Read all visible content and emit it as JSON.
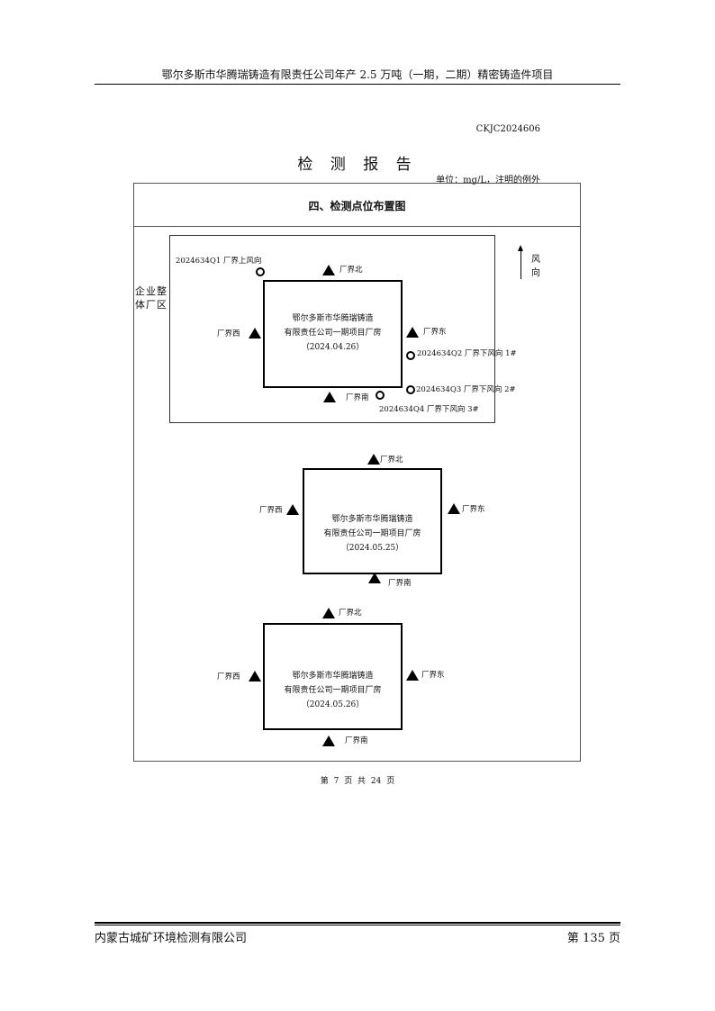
{
  "header": {
    "project_title": "鄂尔多斯市华腾瑞铸造有限责任公司年产 2.5 万吨（一期，二期）精密铸造件项目"
  },
  "report": {
    "code": "CKJC2024606",
    "title": "检 测 报 告",
    "unit_note": "单位：mg/L，注明的例外",
    "section_title": "四、检测点位布置图"
  },
  "diagram1": {
    "site_label": "企业整体厂区",
    "wind_label": "风向",
    "building": {
      "line1": "鄂尔多斯市华腾瑞铸造",
      "line2": "有限责任公司一期项目厂房",
      "date": "（2024.04.26）"
    },
    "points": {
      "north": "厂界北",
      "west": "厂界西",
      "east": "厂界东",
      "south": "厂界南",
      "q1": "2024634Q1 厂界上风向",
      "q2": "2024634Q2 厂界下风向 1#",
      "q3": "2024634Q3 厂界下风向 2#",
      "q4": "2024634Q4 厂界下风向 3#"
    }
  },
  "diagram2": {
    "building": {
      "line1": "鄂尔多斯市华腾瑞铸造",
      "line2": "有限责任公司一期项目厂房",
      "date": "（2024.05.25）"
    },
    "points": {
      "north": "厂界北",
      "west": "厂界西",
      "east": "厂界东",
      "south": "厂界南"
    }
  },
  "diagram3": {
    "building": {
      "line1": "鄂尔多斯市华腾瑞铸造",
      "line2": "有限责任公司一期项目厂房",
      "date": "（2024.05.26）"
    },
    "points": {
      "north": "厂界北",
      "west": "厂界西",
      "east": "厂界东",
      "south": "厂界南"
    }
  },
  "inner_page": "第 7 页 共 24 页",
  "footer": {
    "company": "内蒙古城矿环境检测有限公司",
    "page": "第 135 页"
  },
  "icons": {
    "boundary_point": "filled-triangle-icon",
    "upwind_downwind_point": "hollow-circle-icon",
    "wind": "up-arrow-icon"
  }
}
